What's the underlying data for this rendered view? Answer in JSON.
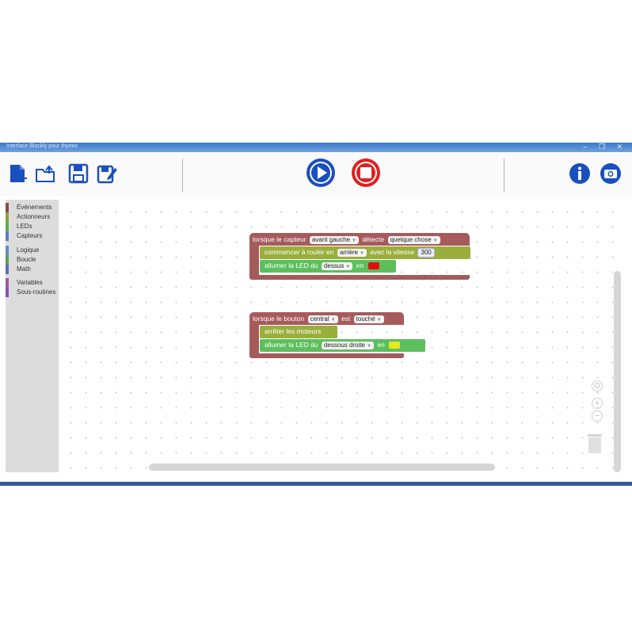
{
  "window": {
    "title": "Interface Blockly pour thymio",
    "controls": "– ❐ ✕"
  },
  "toolbar": {
    "icons": [
      "new-file-icon",
      "open-folder-icon",
      "save-icon",
      "save-as-icon",
      "play-icon",
      "stop-icon",
      "info-icon",
      "camera-icon"
    ]
  },
  "categories": [
    {
      "label": "Événements",
      "color": "#8b4a4a"
    },
    {
      "label": "Actionneurs",
      "color": "#8fa034"
    },
    {
      "label": "LEDs",
      "color": "#57b04e"
    },
    {
      "label": "Capteurs",
      "color": "#5b7ec6"
    },
    {
      "label": "Logique",
      "color": "#5c8fbf"
    },
    {
      "label": "Boucle",
      "color": "#5aa05a"
    },
    {
      "label": "Math",
      "color": "#5b6bc0"
    },
    {
      "label": "Variables",
      "color": "#a05aa0"
    },
    {
      "label": "Sous-routines",
      "color": "#8a4fc0"
    }
  ],
  "block1": {
    "hat": {
      "prefix": "lorsque le capteur",
      "sensor": "avant gauche",
      "mid": "détecte",
      "what": "quelque chose"
    },
    "s1": {
      "prefix": "commencer à rouler",
      "en": "en",
      "dir": "arrière",
      "speed_label": "avec la vitesse",
      "speed": "300"
    },
    "s2": {
      "prefix": "allumer la LED",
      "du": "du",
      "led": "dessus",
      "en": "en",
      "color": "#e01010"
    }
  },
  "block2": {
    "hat": {
      "prefix": "lorsque le bouton",
      "button": "central",
      "mid": "est",
      "state": "touché"
    },
    "s1": {
      "label": "arrêter les moteurs"
    },
    "s2": {
      "prefix": "allumer la LED",
      "du": "du",
      "led": "dessous droite",
      "en": "en",
      "color": "#e8e820"
    }
  },
  "zoom": {
    "reset": "⊙",
    "plus": "+",
    "minus": "−"
  },
  "colors": {
    "hat": "#a55b5b",
    "motor": "#9aae3c",
    "led": "#5cbf5c",
    "accent_blue": "#1a4fbf",
    "stop_red": "#e02020"
  }
}
